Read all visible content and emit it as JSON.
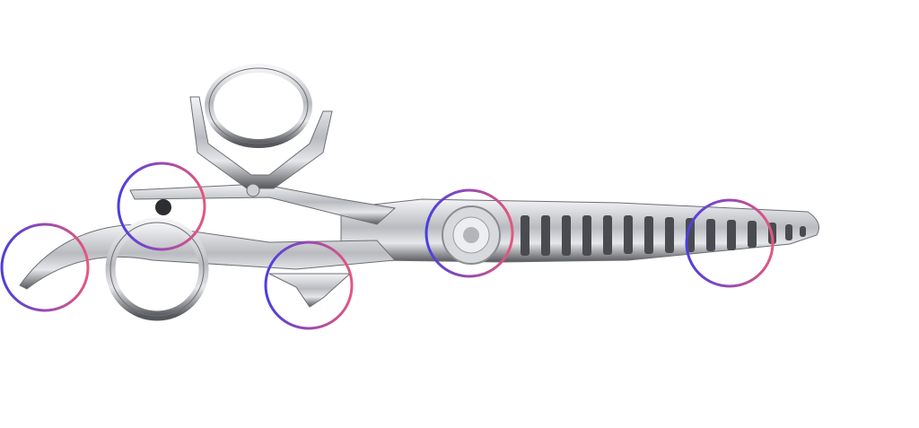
{
  "image": {
    "subject": "thinning-scissors",
    "colors": {
      "background": "#ffffff",
      "ring_gradient_start": "#4b3ee0",
      "ring_gradient_end": "#e4577f",
      "steel_light": "#e8e8ea",
      "steel_mid": "#a9abb0",
      "steel_dark": "#3c3d42"
    },
    "hotspots": [
      {
        "name": "finger-rest-tang"
      },
      {
        "name": "thumb-rest"
      },
      {
        "name": "handle-stopper"
      },
      {
        "name": "pivot-screw"
      },
      {
        "name": "thinning-teeth"
      }
    ]
  }
}
